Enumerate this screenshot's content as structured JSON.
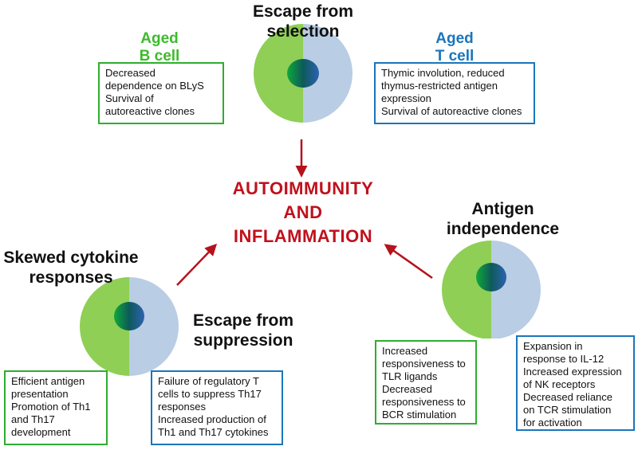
{
  "headings": {
    "top": [
      "Escape from",
      "selection"
    ],
    "right": [
      "Antigen",
      "independence"
    ],
    "left": [
      "Skewed cytokine",
      "responses"
    ],
    "bottom": [
      "Escape from",
      "suppression"
    ]
  },
  "center": [
    "AUTOIMMUNITY",
    "AND",
    "INFLAMMATION"
  ],
  "cell_titles": {
    "b_cell": [
      "Aged",
      "B cell"
    ],
    "t_cell": [
      "Aged",
      "T cell"
    ]
  },
  "boxes": {
    "top_left": [
      "Decreased",
      "dependence on BLyS",
      "Survival of",
      "autoreactive clones"
    ],
    "top_right": [
      "Thymic involution, reduced",
      "thymus-restricted antigen",
      "expression",
      "Survival of autoreactive clones"
    ],
    "bottom_left_green": [
      "Efficient antigen",
      "presentation",
      "Promotion of Th1",
      "and Th17",
      "development"
    ],
    "bottom_left_blue": [
      "Failure of regulatory T",
      "cells to suppress Th17",
      "responses",
      "Increased production of",
      "Th1 and Th17 cytokines"
    ],
    "bottom_right_green": [
      "Increased",
      "responsiveness to",
      "TLR ligands",
      "Decreased",
      "responsiveness to",
      "BCR stimulation"
    ],
    "bottom_right_blue": [
      "Expansion in",
      "response to IL-12",
      "Increased expression",
      "of NK receptors",
      "Decreased reliance",
      "on TCR stimulation",
      "for activation"
    ]
  },
  "colors": {
    "b_cell_green": "#8fcf55",
    "t_cell_blue": "#b9cde4",
    "arrow_red": "#b5121b",
    "nucleus_green": "#12a637",
    "nucleus_blue": "#2b5fa8"
  }
}
